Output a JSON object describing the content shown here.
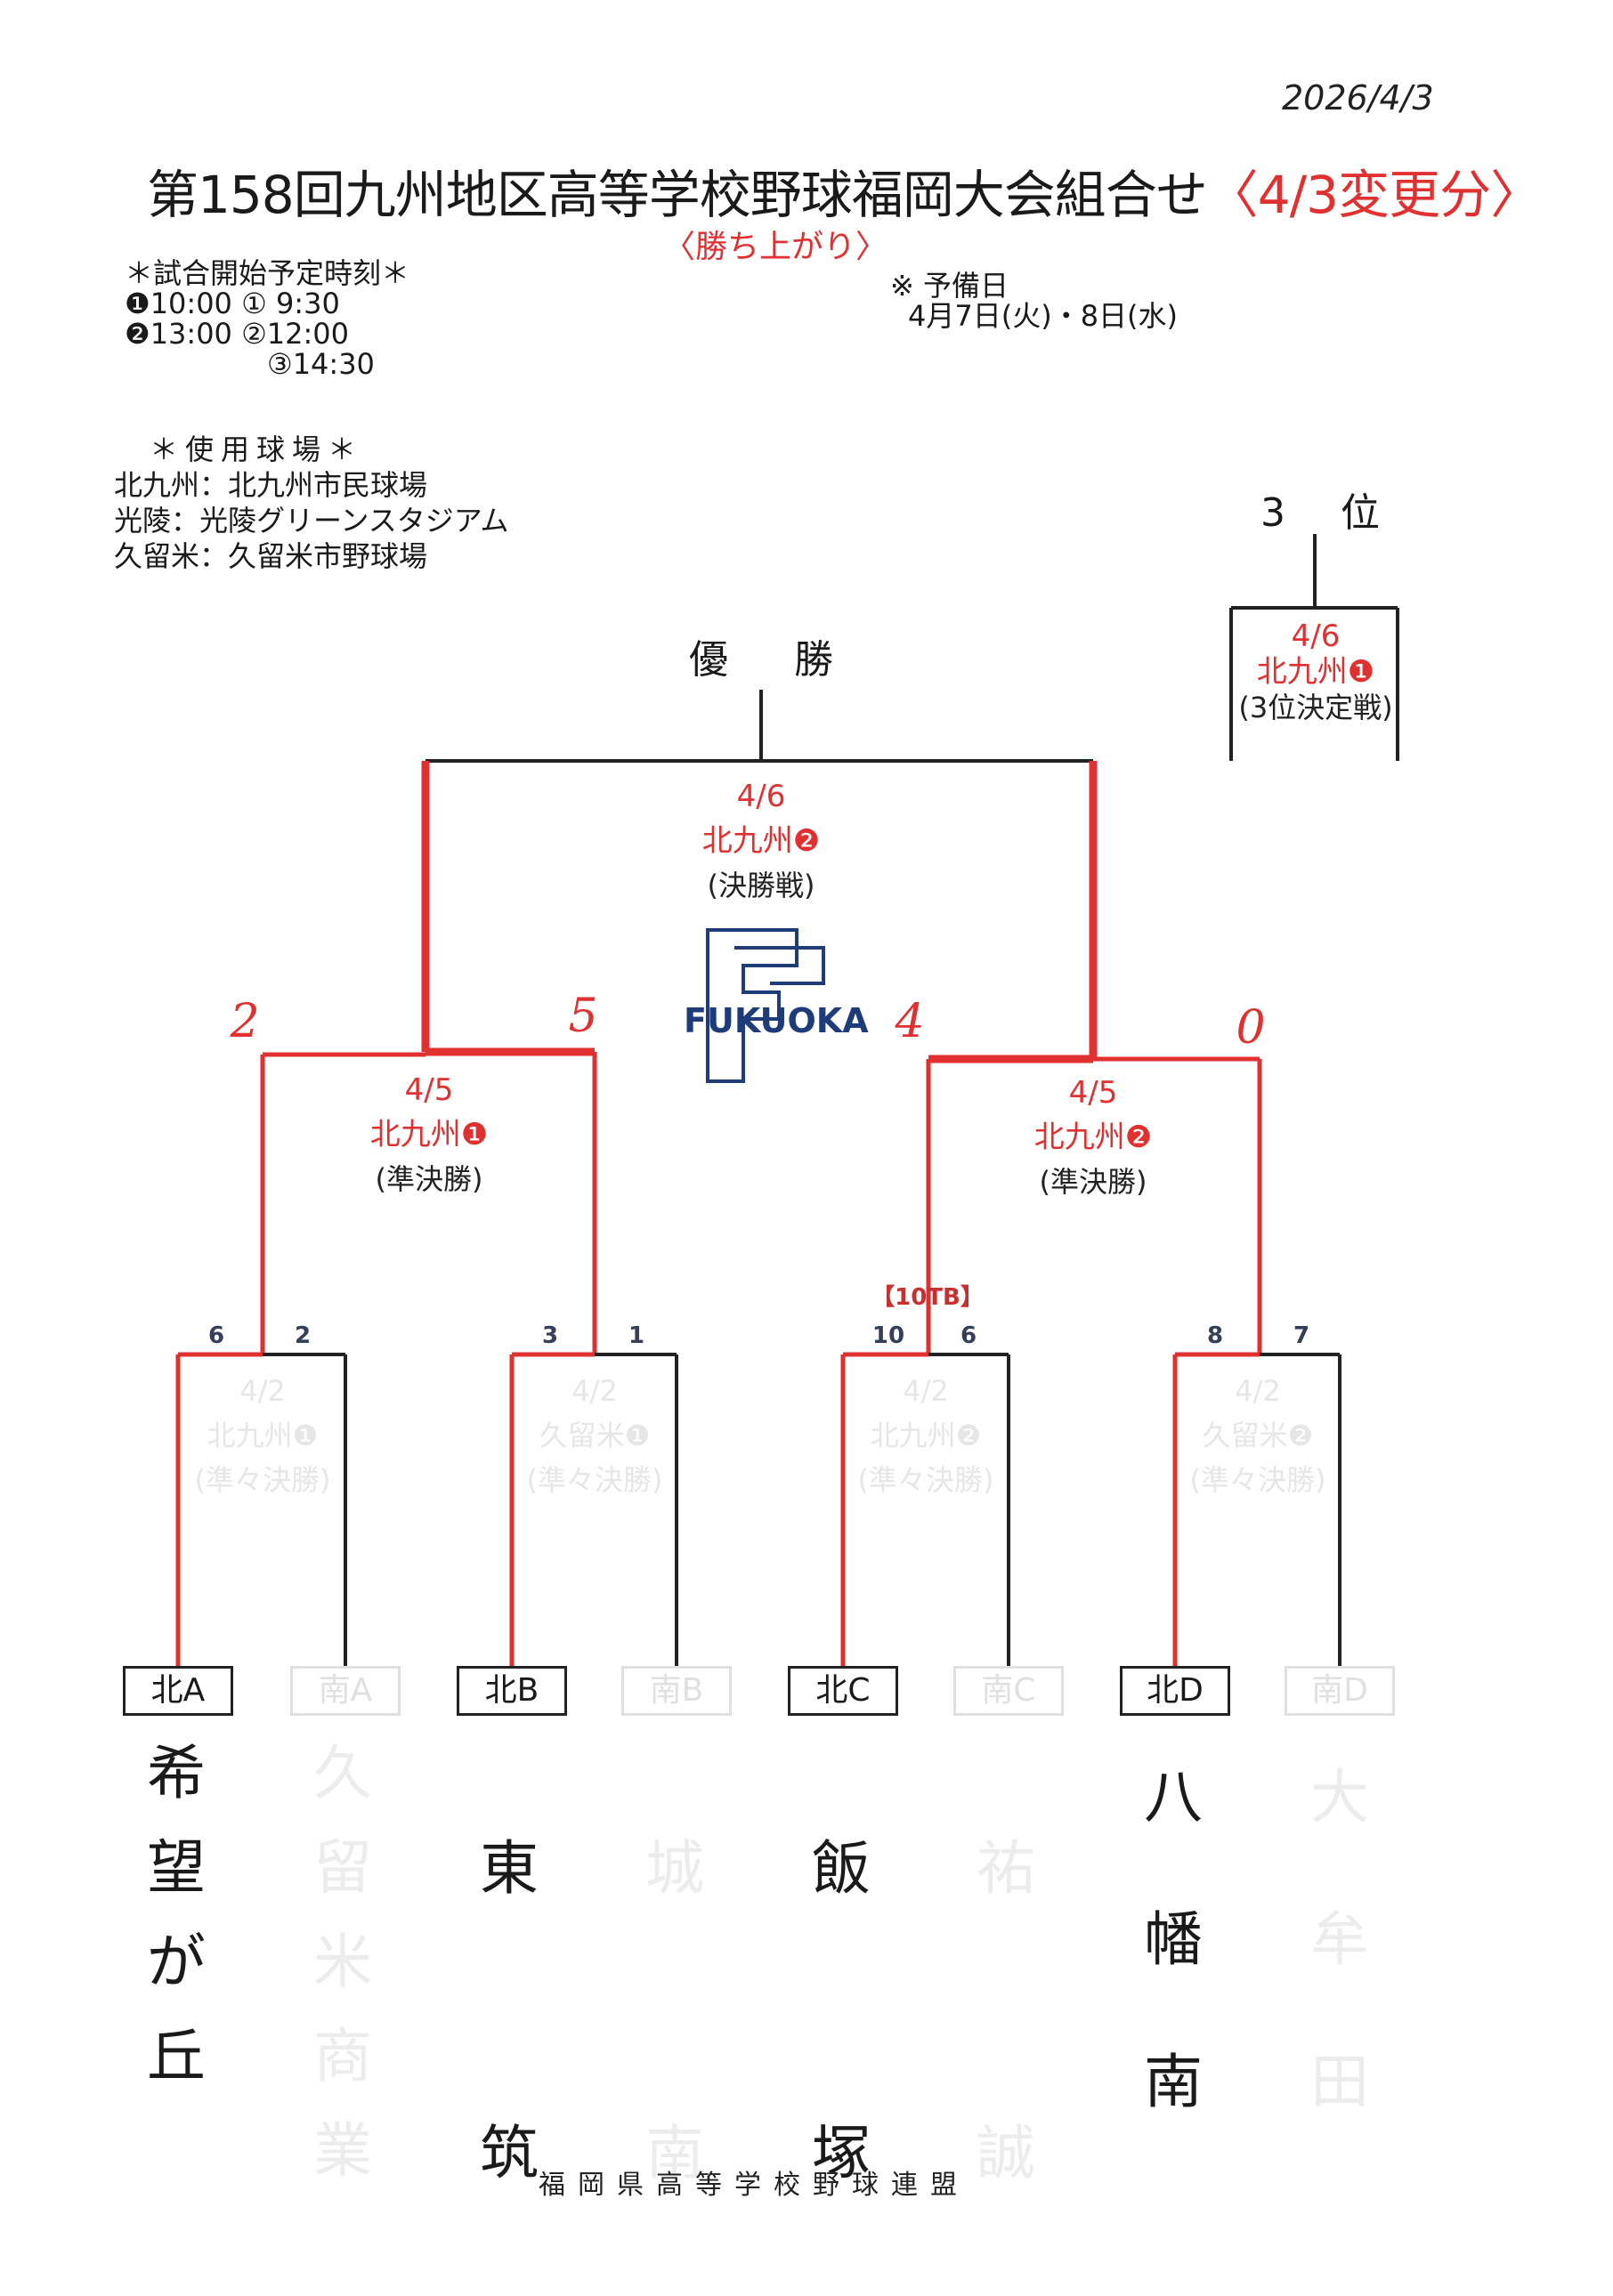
{
  "date": "2026/4/3",
  "title": "第158回九州地区高等学校野球福岡大会組合せ",
  "title_change": "〈4/3変更分〉",
  "subtitle": "〈勝ち上がり〉",
  "schedule": {
    "heading": "＊試合開始予定時刻＊",
    "line1": "❶10:00 ① 9:30",
    "line2": "❷13:00 ②12:00",
    "line3": "③14:30"
  },
  "reserve": {
    "label": "※ 予備日",
    "dates": "4月7日(火)・8日(水)"
  },
  "venues": {
    "heading": "＊使用球場＊",
    "items": [
      "北九州：北九州市民球場",
      "光陵：光陵グリーンスタジアム",
      "久留米：久留米市野球場"
    ]
  },
  "champion_label": "優 勝",
  "third_label": "3 位",
  "third_game": {
    "date": "4/6",
    "venue": "北九州❶",
    "round": "(3位決定戦)"
  },
  "final_game": {
    "date": "4/6",
    "venue": "北九州❷",
    "round": "(決勝戦)"
  },
  "semi_games": [
    {
      "date": "4/5",
      "venue": "北九州❶",
      "round": "(準決勝)"
    },
    {
      "date": "4/5",
      "venue": "北九州❷",
      "round": "(準決勝)"
    }
  ],
  "qf_games": [
    {
      "date": "4/2",
      "venue": "北九州❶",
      "round": "(準々決勝)"
    },
    {
      "date": "4/2",
      "venue": "久留米❶",
      "round": "(準々決勝)"
    },
    {
      "date": "4/2",
      "venue": "北九州❷",
      "round": "(準々決勝)"
    },
    {
      "date": "4/2",
      "venue": "久留米❷",
      "round": "(準々決勝)"
    }
  ],
  "handwritten_scores": [
    "2",
    "5",
    "4",
    "0"
  ],
  "qf_scores": [
    "6",
    "2",
    "3",
    "1",
    "10",
    "6",
    "8",
    "7"
  ],
  "tiebreak_note": "【10TB】",
  "slots": [
    "北A",
    "南A",
    "北B",
    "南B",
    "北C",
    "南C",
    "北D",
    "南D"
  ],
  "teams": [
    "希望が丘",
    "久留米商業",
    "東筑",
    "城南",
    "飯塚",
    "祐誠",
    "八幡南",
    "大牟田"
  ],
  "logo_text": "FUKUOKA",
  "footer": "福岡県高等学校野球連盟",
  "colors": {
    "winner_line": "#e03030",
    "line": "#222222",
    "logo": "#1f3c7a"
  }
}
